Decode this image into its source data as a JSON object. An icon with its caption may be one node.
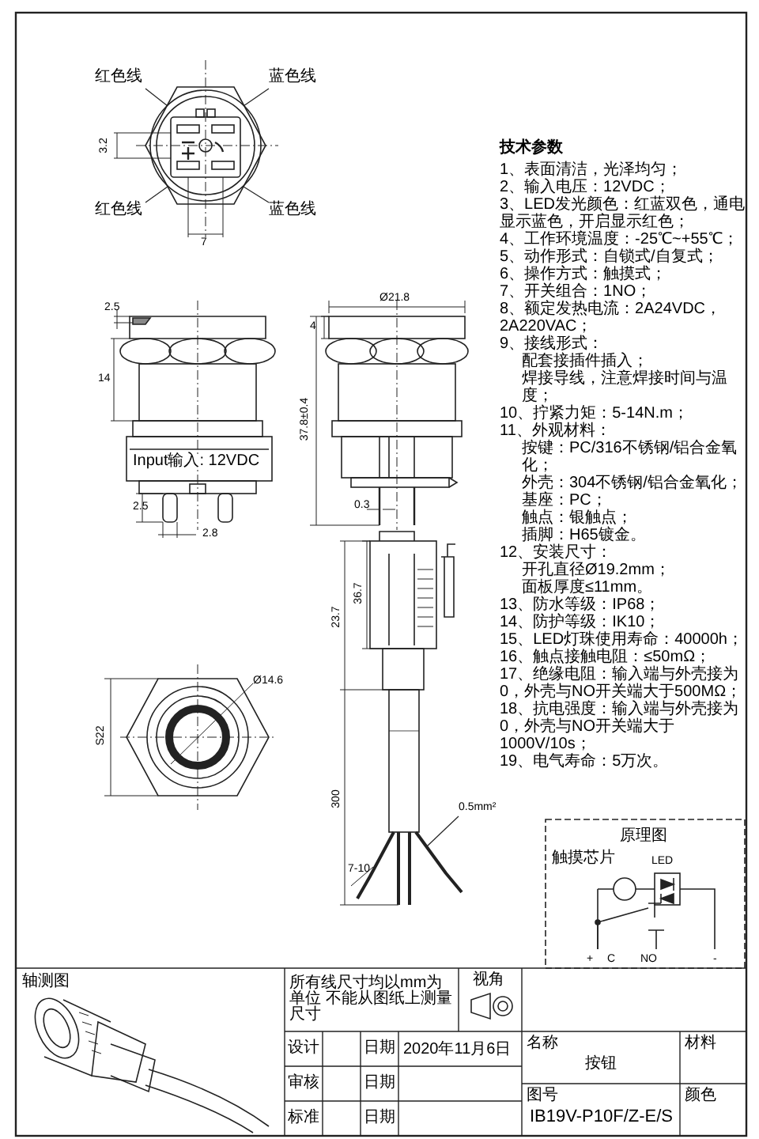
{
  "diagram": {
    "nodes": [
      {
        "text": [
          "红色线"
        ]
      },
      {
        "text": [
          "蓝色线"
        ]
      },
      {
        "text": [
          "红色线"
        ]
      },
      {
        "text": [
          "蓝色线"
        ]
      },
      {
        "text": [
          "0.5mm²"
        ]
      }
    ],
    "edges": [
      {
        "from": 0,
        "to": null,
        "arrow": "none"
      },
      {
        "from": 1,
        "to": null,
        "arrow": "none"
      },
      {
        "from": 2,
        "to": null,
        "arrow": "none"
      },
      {
        "from": 3,
        "to": null,
        "arrow": "none"
      },
      {
        "from": 4,
        "to": null,
        "arrow": "none"
      }
    ],
    "labels": [
      "3.2",
      "7",
      "2.5",
      "14",
      "Input输入: 12VDC",
      "2.5",
      "2.8",
      "Ø21.8",
      "4",
      "37.8±0.4",
      "0.3",
      "技术参数",
      "1、表面清洁，光泽均匀；",
      "2、输入电压：12VDC；",
      "3、LED发光颜色：红蓝双色，通电显示蓝色，开启显示红色；",
      "4、工作环境温度：-25℃~+55℃；",
      "5、动作形式：自锁式/自复式；",
      "6、操作方式：触摸式；",
      "7、开关组合：1NO；",
      "8、额定发热电流：2A24VDC，2A220VAC；",
      "9、接线形式：",
      "配套接插件插入；",
      "焊接导线，注意焊接时间与温度；",
      "10、拧紧力矩：5-14N.m；",
      "11、外观材料：",
      "按键：PC/316不锈钢/铝合金氧化；",
      "外壳：304不锈钢/铝合金氧化；",
      "基座：PC；",
      "触点：银触点；",
      "插脚：H65镀金。",
      "12、安装尺寸：",
      "开孔直径Ø19.2mm；",
      "面板厚度≤11mm。",
      "13、防水等级：IP68；",
      "14、防护等级：IK10；",
      "15、LED灯珠使用寿命：40000h；",
      "16、触点接触电阻：≤50mΩ；",
      "17、绝缘电阻：输入端与外壳接为0，外壳与NO开关端大于500MΩ；",
      "18、抗电强度：输入端与外壳接为0，外壳与NO开关端大于1000V/10s；",
      "19、电气寿命：5万次。",
      "36.7",
      "23.7",
      "300",
      "7-10",
      "Ø14.6",
      "S22",
      "原理图",
      "触摸芯片",
      "LED",
      "+",
      "C",
      "NO",
      "-",
      "轴测图",
      "所有线尺寸均以mm为单位 不能从图纸上测量尺寸",
      "视角",
      "设计",
      "日期",
      "2020年11月6日",
      "名称",
      "按钮",
      "材料",
      "审核",
      "日期",
      "图号",
      "颜色",
      "标准",
      "日期",
      "IB19V-P10F/Z-E/S"
    ]
  }
}
